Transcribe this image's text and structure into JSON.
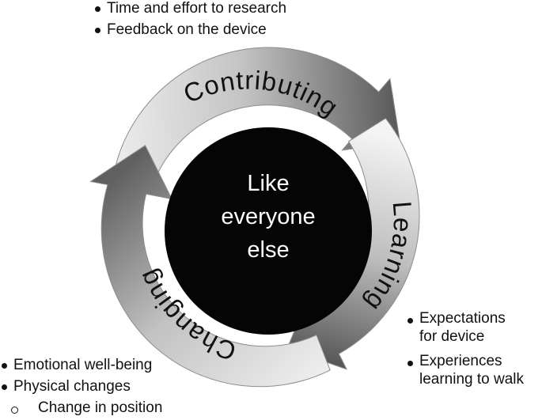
{
  "center": {
    "lines": [
      "Like",
      "everyone",
      "else"
    ]
  },
  "cycle": {
    "segments": [
      {
        "label": "Contributing"
      },
      {
        "label": "Learning"
      },
      {
        "label": "Changing"
      }
    ]
  },
  "bullets": {
    "contributing": [
      "Time and effort to research",
      "Feedback on the device"
    ],
    "learning": [
      [
        "Expectations",
        "for device"
      ],
      [
        "Experiences",
        "learning to walk"
      ]
    ],
    "changing": {
      "items": [
        "Emotional well-being",
        "Physical changes"
      ],
      "sub_items": [
        "Change in position"
      ]
    }
  },
  "colors": {
    "center_fill": "#050505",
    "center_text": "#ffffff",
    "arrow_dark": "#4a4a4a",
    "arrow_light": "#f2f2f2",
    "ring_base": "#d9d9d9"
  }
}
